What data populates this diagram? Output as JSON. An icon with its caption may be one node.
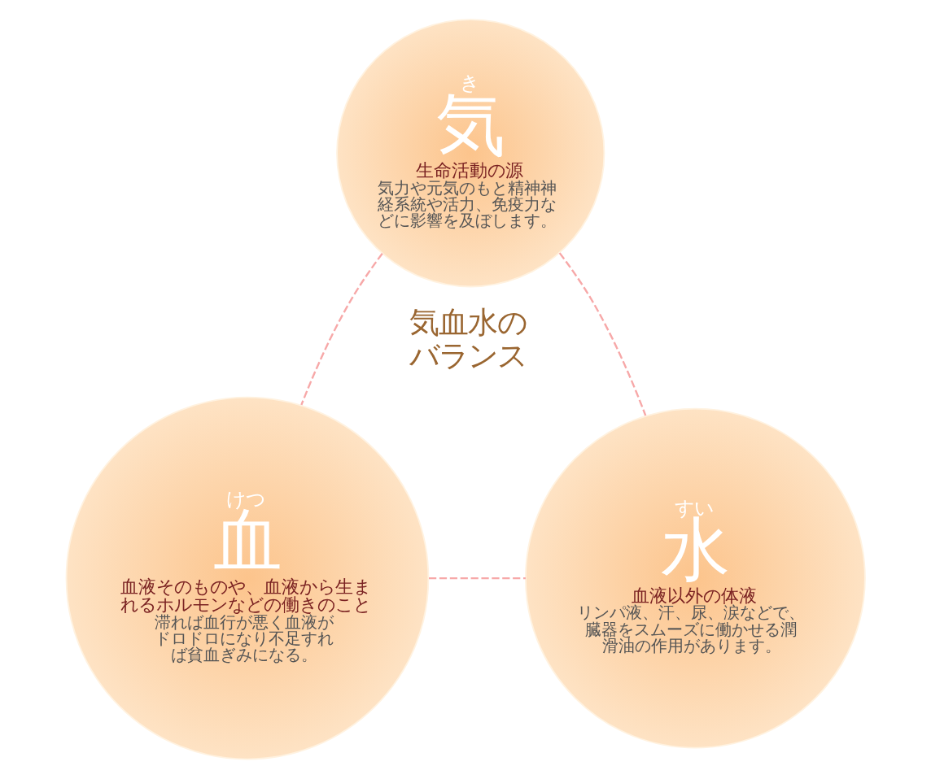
{
  "diagram": {
    "nodes": [
      {
        "text": [
          "き",
          "気",
          "生命活動の源",
          "気力や元気のもと精神神経系統や活力、免疫力などに影響を及ぼします。"
        ]
      },
      {
        "text": [
          "けつ",
          "血",
          "血液そのものや、血液から生まれるホルモンなどの働きのこと",
          "滞れば血行が悪く血液がドロドロになり不足すれば貧血ぎみになる。"
        ]
      },
      {
        "text": [
          "すい",
          "水",
          "血液以外の体液",
          "リンパ液、汗、尿、涙などで、臓器をスムーズに働かせる潤滑油の作用があります。"
        ]
      }
    ],
    "edges": [
      {
        "from": 0,
        "to": 1,
        "arrow": "none",
        "style": "dashed"
      },
      {
        "from": 0,
        "to": 2,
        "arrow": "none",
        "style": "dashed"
      },
      {
        "from": 1,
        "to": 2,
        "arrow": "none",
        "style": "dashed"
      }
    ],
    "labels": [
      "気血水のバランス"
    ]
  }
}
